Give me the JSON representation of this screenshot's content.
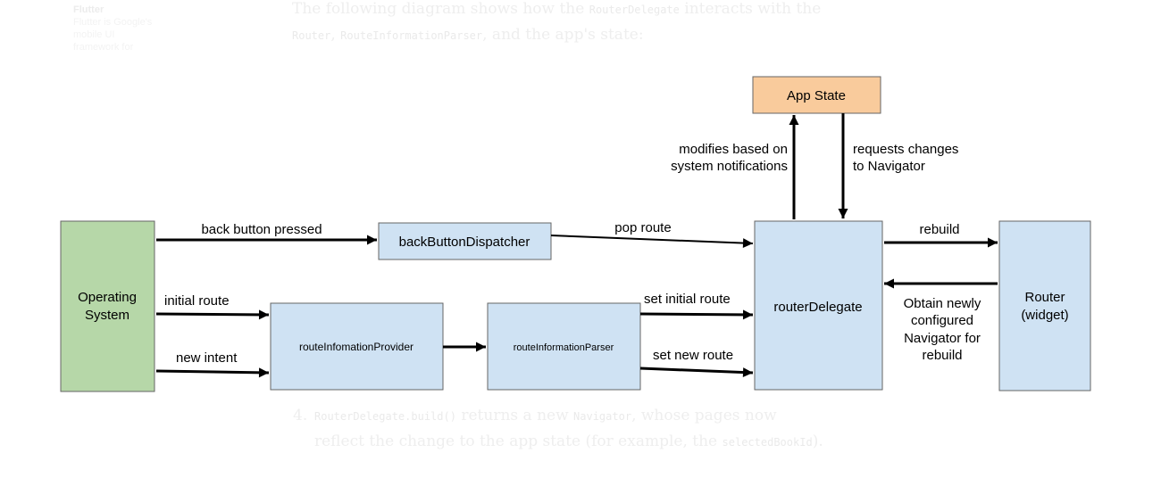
{
  "sidebar": {
    "title": "Flutter",
    "lines": [
      "Flutter is Google's",
      "mobile UI",
      "framework for"
    ]
  },
  "intro": {
    "text_1": "The following diagram shows how the ",
    "code_1": "RouterDelegate",
    "text_2": " interacts with the",
    "code_2": "Router",
    "text_3": ", ",
    "code_3": "RouteInformationParser",
    "text_4": ", and the app's state:"
  },
  "diagram": {
    "colors": {
      "os_fill": "#b6d7a8",
      "app_state_fill": "#f9cb9c",
      "node_fill": "#cfe2f3",
      "stroke": "#666666",
      "arrow": "#000000"
    },
    "nodes": {
      "operating_system": [
        "Operating",
        "System"
      ],
      "back_button_dispatcher": "backButtonDispatcher",
      "route_information_provider": "routeInfomationProvider",
      "route_information_parser": "routeInformationParser",
      "router_delegate": "routerDelegate",
      "app_state": "App State",
      "router": [
        "Router",
        "(widget)"
      ]
    },
    "edges": {
      "back_button_pressed": "back button pressed",
      "pop_route": "pop route",
      "initial_route": "initial route",
      "new_intent": "new intent",
      "set_initial_route": "set initial route",
      "set_new_route": "set new route",
      "modifies": [
        "modifies based on",
        "system notifications"
      ],
      "requests": [
        "requests changes",
        "to Navigator"
      ],
      "rebuild": "rebuild",
      "obtain": [
        "Obtain newly",
        "configured",
        "Navigator for",
        "rebuild"
      ]
    }
  },
  "step4": {
    "num": "4.",
    "code_1": "RouterDelegate.build()",
    "text_1": " returns a new ",
    "code_2": "Navigator",
    "text_2": ", whose pages now",
    "text_3": "reflect the change to the app state (for example, the ",
    "code_3": "selectedBookId",
    "text_4": ")."
  }
}
